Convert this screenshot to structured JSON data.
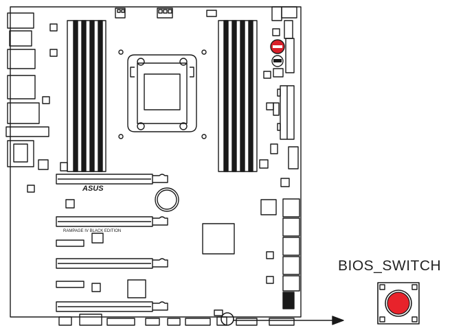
{
  "board": {
    "logo_text": "ASUS",
    "model_text": "RAMPAGE IV BLACK EDITION"
  },
  "callout": {
    "label": "BIOS_SWITCH"
  },
  "colors": {
    "outline": "#1a1a1a",
    "button_red": "#e8232b",
    "button_ring": "#ffffff",
    "highlight": "#d9202a"
  }
}
